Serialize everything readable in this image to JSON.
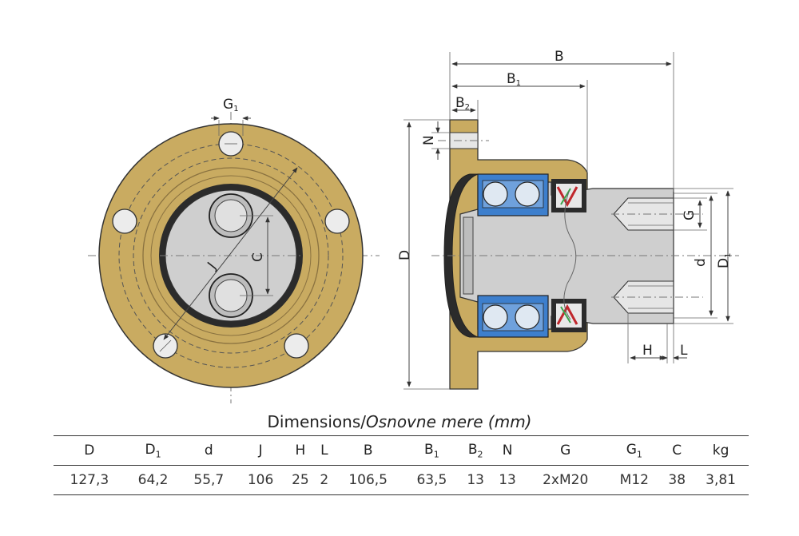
{
  "drawing_labels": {
    "G1": "G",
    "G1_sub": "1",
    "C": "C",
    "J": "J",
    "B": "B",
    "B1": "B",
    "B1_sub": "1",
    "B2": "B",
    "B2_sub": "2",
    "N": "N",
    "D": "D",
    "G": "G",
    "d": "d",
    "D1": "D",
    "D1_sub": "1",
    "H": "H",
    "L": "L"
  },
  "colors": {
    "flange": "#c9ab61",
    "bearing": "#3d7fcd",
    "shaft": "#cfcfcf",
    "seal_dark": "#2b2b2b",
    "seal_red": "#c0282d",
    "seal_green": "#3aa34a"
  },
  "table": {
    "title": "Dimensions/",
    "title_italic": "Osnovne mere (mm)",
    "headers": [
      {
        "main": "D",
        "sub": ""
      },
      {
        "main": "D",
        "sub": "1"
      },
      {
        "main": "d",
        "sub": ""
      },
      {
        "main": "J",
        "sub": ""
      },
      {
        "main": "H",
        "sub": ""
      },
      {
        "main": "L",
        "sub": ""
      },
      {
        "main": "B",
        "sub": ""
      },
      {
        "main": "B",
        "sub": "1"
      },
      {
        "main": "B",
        "sub": "2"
      },
      {
        "main": "N",
        "sub": ""
      },
      {
        "main": "G",
        "sub": ""
      },
      {
        "main": "G",
        "sub": "1"
      },
      {
        "main": "C",
        "sub": ""
      },
      {
        "main": "kg",
        "sub": ""
      }
    ],
    "values": [
      "127,3",
      "64,2",
      "55,7",
      "106",
      "25",
      "2",
      "106,5",
      "63,5",
      "13",
      "13",
      "2xM20",
      "M12",
      "38",
      "3,81"
    ]
  }
}
